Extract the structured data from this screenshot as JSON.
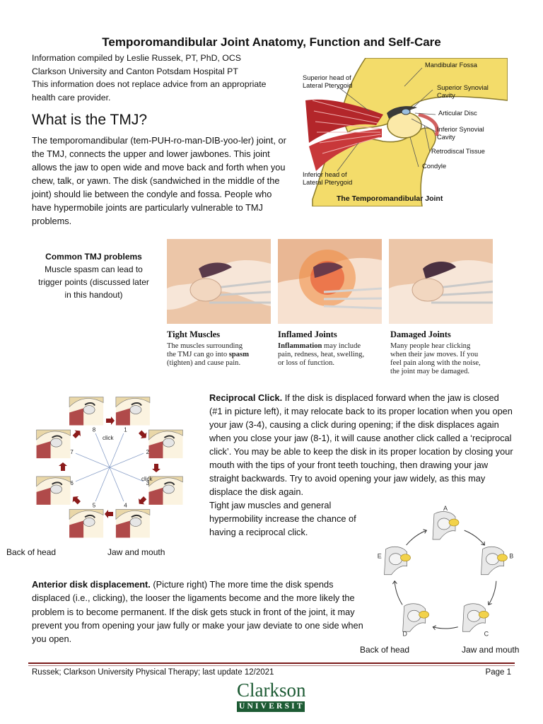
{
  "title": "Temporomandibular Joint Anatomy, Function and Self-Care",
  "info": [
    "Information compiled by Leslie Russek, PT, PhD, OCS",
    "Clarkson University and Canton Potsdam Hospital PT",
    "This information does not replace advice from an appropriate",
    "health care provider."
  ],
  "what_heading": "What is the TMJ?",
  "what_para": "The temporomandibular (tem-PUH-ro-man-DIB-yoo-ler) joint, or the TMJ, connects the upper and lower jawbones. This joint allows the jaw to open wide and move back and forth when you chew, talk, or yawn. The disk (sandwiched in the middle of the joint) should lie between the condyle and fossa. People who have hypermobile joints are particularly vulnerable to TMJ problems.",
  "tmj_figure": {
    "labels": {
      "mandibular_fossa": "Mandibular Fossa",
      "superior_head_1": "Superior head of",
      "superior_head_2": "Lateral Pterygoid",
      "superior_synovial_1": "Superior Synovial",
      "superior_synovial_2": "Cavity",
      "articular_disc": "Articular Disc",
      "inferior_synovial_1": "Inferior Synovial",
      "inferior_synovial_2": "Cavity",
      "retrodiscal": "Retrodiscal Tissue",
      "condyle": "Condyle",
      "inferior_head_1": "Inferior head of",
      "inferior_head_2": "Lateral Pterygoid"
    },
    "caption": "The Temporomandibular Joint"
  },
  "common": {
    "heading": "Common TMJ problems",
    "line1": "Muscle spasm can lead to",
    "line2": "trigger points (discussed later",
    "line3": "in this handout)"
  },
  "panels": [
    {
      "title": "Tight Muscles",
      "l1": "The muscles surrounding",
      "l2a": "the TMJ can go into ",
      "l2b": "spasm",
      "l3": "(tighten) and cause pain.",
      "l4": ""
    },
    {
      "title": "Inflamed Joints",
      "l1b": "Inflammation",
      "l1": " may include",
      "l2": "pain, redness, heat, swelling,",
      "l3": "or loss of function.",
      "l4": ""
    },
    {
      "title": "Damaged Joints",
      "l1": "Many people hear clicking",
      "l2": "when their jaw moves. If you",
      "l3": "feel pain along with the noise,",
      "l4": "the joint may be damaged."
    }
  ],
  "clock": {
    "numbers": [
      "1",
      "2",
      "3",
      "4",
      "5",
      "6",
      "7",
      "8"
    ],
    "click_label": "click",
    "caption_left": "Back of head",
    "caption_right": "Jaw and mouth"
  },
  "reciprocal": {
    "bold": "Reciprocal Click.",
    "text": " If the disk is displaced forward when the jaw is closed (#1 in picture left), it may relocate back to its proper location when you open your jaw (3-4), causing a click during opening; if the disk displaces again when you close your jaw (8-1), it will cause another click called a ‘reciprocal click’. You may be able to keep the disk in its proper location by closing your mouth with the tips of your front teeth touching, then drawing your jaw straight backwards. Try to avoid opening your jaw widely, as this may displace the disk again.",
    "cont": "Tight jaw muscles and general hypermobility increase the chance of having a reciprocal click."
  },
  "cycle": {
    "letters": [
      "A",
      "B",
      "C",
      "D",
      "E"
    ],
    "caption_left": "Back of head",
    "caption_right": "Jaw and mouth"
  },
  "anterior": {
    "bold": "Anterior disk displacement.",
    "text": " (Picture right) The more time the disk spends displaced (i.e., clicking), the looser the ligaments become and the more likely the problem is to become permanent.  If the disk gets stuck in front of the joint, it may prevent you from opening your jaw fully or make your jaw deviate to one side when you open."
  },
  "footer": {
    "left": "Russek; Clarkson University Physical Therapy; last update 12/2021",
    "right": "Page 1"
  },
  "logo": {
    "word": "Clarkson",
    "sub": "UNIVERSITY"
  },
  "colors": {
    "logo_green": "#1d5b34",
    "rule_red": "#7a1a1a",
    "bone_yellow": "#f3dc6a",
    "muscle_red": "#b3262a",
    "arrow_red": "#8b1a1a"
  }
}
